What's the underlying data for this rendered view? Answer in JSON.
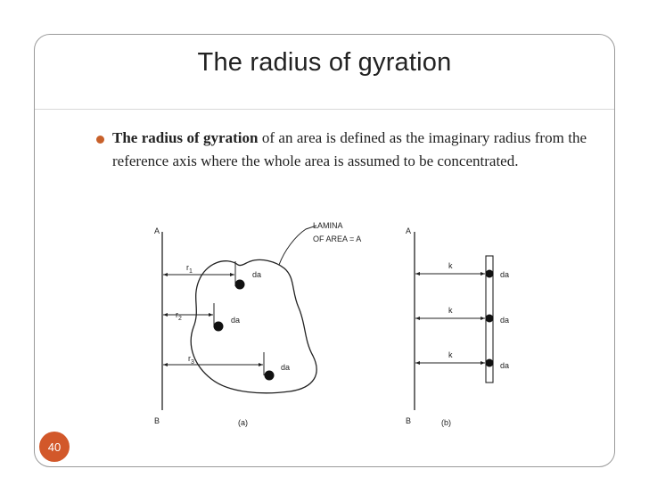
{
  "slide": {
    "title": "The radius of gyration",
    "bullet": {
      "bold_text": "The radius of gyration",
      "rest_text": " of an area is defined as the imaginary radius from the reference axis where the whole area is assumed to be concentrated."
    },
    "page_number": "40"
  },
  "figure": {
    "axis_a_label": "A",
    "axis_b_label": "B",
    "lamina_label_1": "LAMINA",
    "lamina_label_2": "OF AREA = A",
    "r1": "r",
    "r1_sub": "1",
    "r2": "r",
    "r2_sub": "2",
    "r3": "r",
    "r3_sub": "3",
    "da": "da",
    "k": "k",
    "caption_a": "(a)",
    "caption_b": "(b)"
  }
}
